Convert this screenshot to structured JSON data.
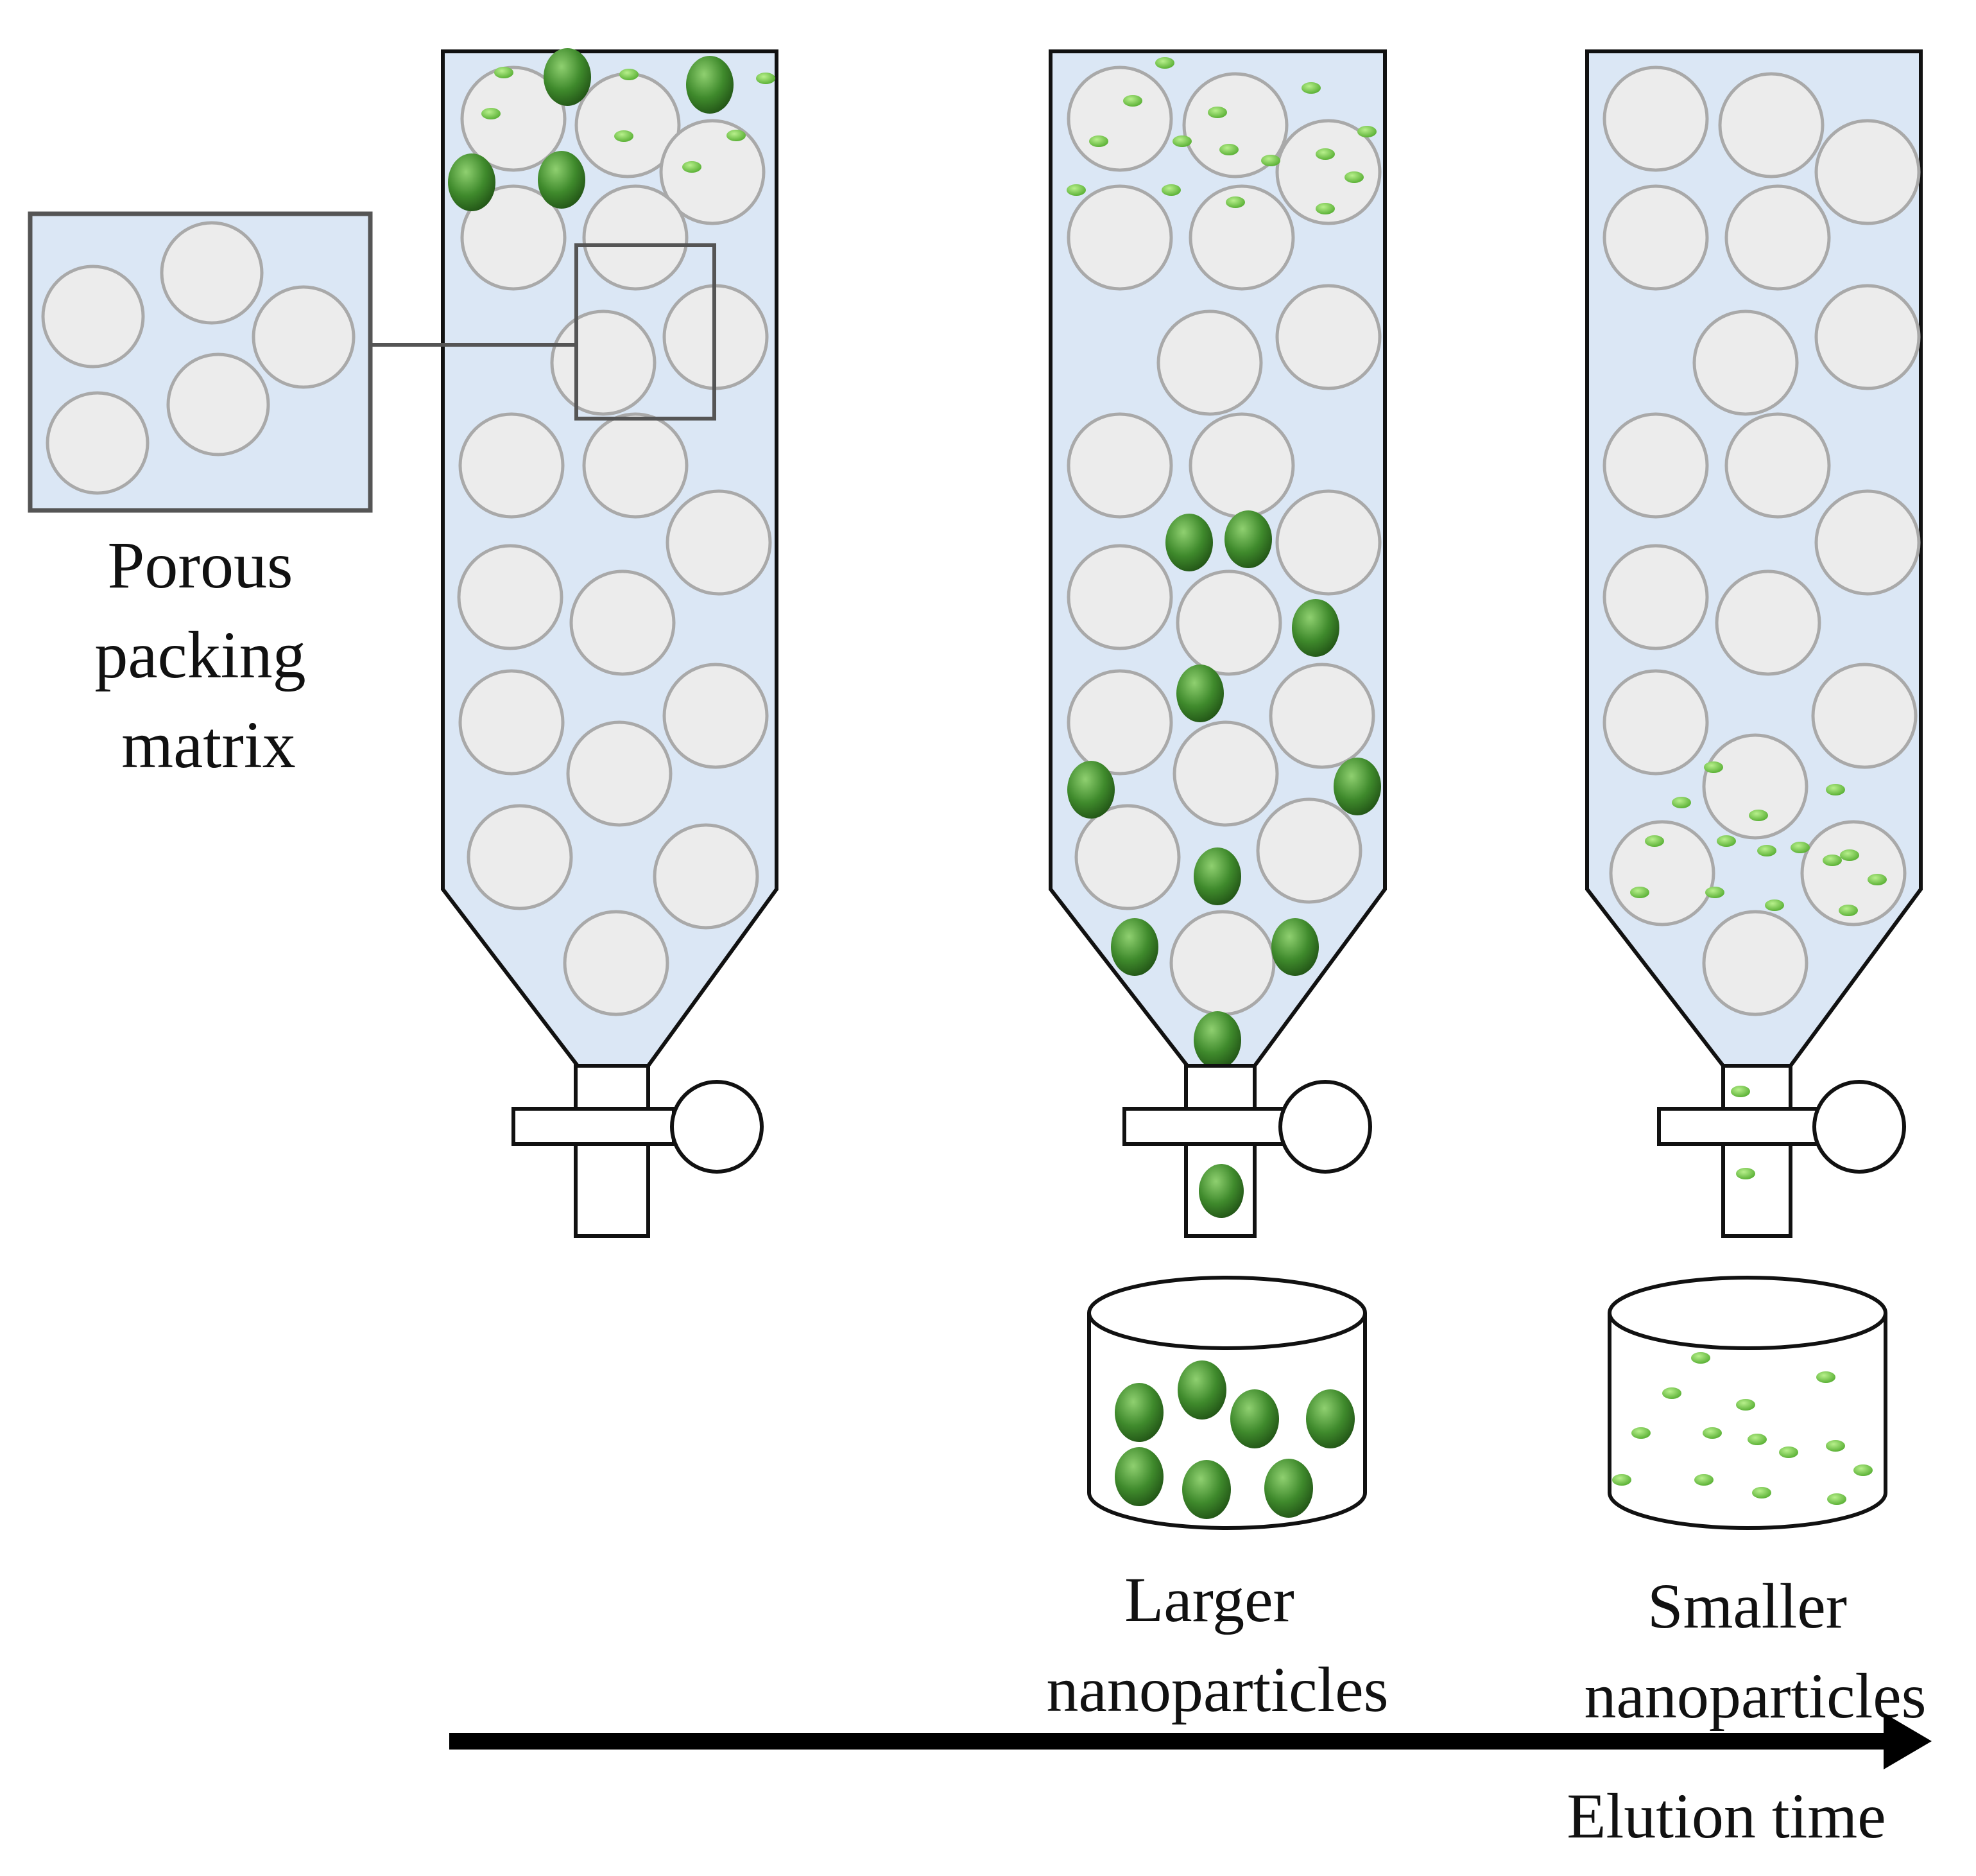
{
  "inset": {
    "label_lines": [
      "Porous",
      "packing",
      "matrix"
    ]
  },
  "columns": [
    {
      "name": "column-start",
      "stage": "loading"
    },
    {
      "name": "column-large-elution",
      "stage": "larger particles eluting"
    },
    {
      "name": "column-small-elution",
      "stage": "smaller particles eluting"
    }
  ],
  "collection": {
    "larger": {
      "label_lines": [
        "Larger",
        "nanoparticles"
      ]
    },
    "smaller": {
      "label_lines": [
        "Smaller",
        "nanoparticles"
      ]
    }
  },
  "axis": {
    "label": "Elution time"
  },
  "colors": {
    "column_fill": "#dbe7f5",
    "bead_fill": "#ececec",
    "bead_stroke": "#a9a9a9",
    "large_particle": "#3f8a2c",
    "small_particle": "#6cc23f",
    "outline": "#111111"
  }
}
